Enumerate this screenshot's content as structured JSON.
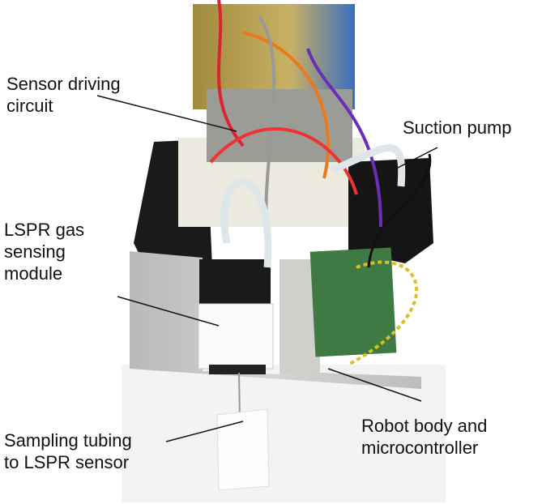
{
  "labels": {
    "sensor_circuit": [
      "Sensor driving",
      "circuit"
    ],
    "suction_pump": [
      "Suction pump"
    ],
    "lspr_module": [
      "LSPR gas",
      "sensing",
      "module"
    ],
    "sampling_tubing": [
      "Sampling tubing",
      "to LSPR sensor"
    ],
    "robot_body": [
      "Robot body and",
      "microcontroller"
    ]
  }
}
